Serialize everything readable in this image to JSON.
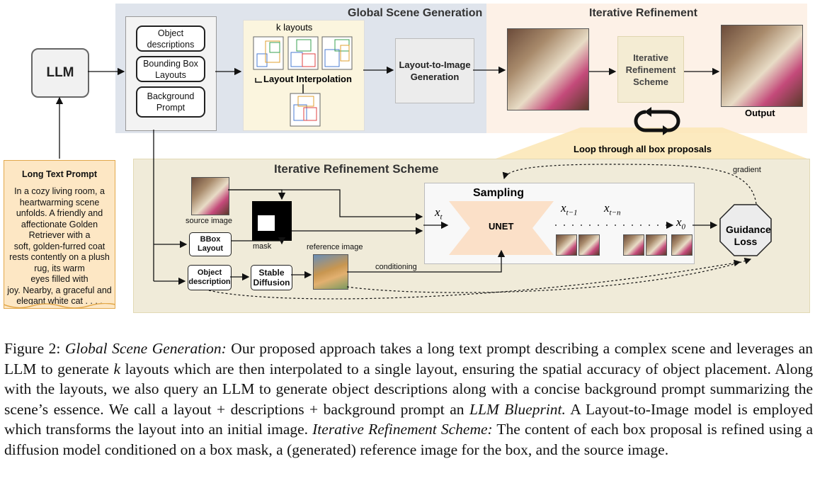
{
  "figure": {
    "global_title": "Global Scene Generation",
    "iterative_title": "Iterative  Refinement",
    "scheme_title": "Iterative Refinement Scheme",
    "llm": "LLM",
    "object_descriptions": "Object descriptions",
    "bbox_layouts": "Bounding Box Layouts",
    "background_prompt": "Background Prompt",
    "k_layouts": "k layouts",
    "layout_interpolation": "Layout Interpolation",
    "layout_to_image": "Layout-to-Image Generation",
    "iterative_refinement_scheme_box": "Iterative Refinement Scheme",
    "output": "Output",
    "loop_label": "Loop through all  box proposals",
    "prompt_title": "Long Text Prompt",
    "prompt_lines": [
      "In a cozy living room, a",
      "heartwarming scene",
      "unfolds. A friendly and",
      "affectionate Golden",
      "Retriever with a",
      "soft, golden-furred coat",
      "rests contently on a plush",
      "rug, its warm",
      "eyes filled with",
      "joy. Nearby, a graceful and",
      "elegant white cat . . . ."
    ],
    "source_image": "source image",
    "mask": "mask",
    "bbox_layout": "BBox Layout",
    "object_description": "Object description",
    "stable_diffusion": "Stable Diffusion",
    "reference_image": "reference image",
    "conditioning": "conditioning",
    "sampling": "Sampling",
    "unet": "UNET",
    "xt": "x",
    "xt_sub": "t",
    "xt1_sub": "t−1",
    "xtn_sub": "t−n",
    "x0_sub": "0",
    "guidance_loss": "Guidance Loss",
    "gradient": "gradient"
  },
  "caption": {
    "label": "Figure 2:",
    "italic1": "Global Scene Generation:",
    "text1": " Our proposed approach takes a long text prompt describing a complex scene and leverages an LLM to generate ",
    "k": "k",
    "text2": " layouts which are then interpolated to a single layout, ensuring the spatial accuracy of object placement. Along with the layouts, we also query an LLM to generate object descriptions along with a concise background prompt summarizing the scene’s essence. We call a layout + descriptions + background prompt an ",
    "italic2": "LLM Blueprint.",
    "text3": " A Layout-to-Image model is employed which transforms the layout into an initial image. ",
    "italic3": "Iterative Refinement Scheme:",
    "text4": " The content of each box proposal is refined using a diffusion model conditioned on a box mask, a (generated) reference image for the box, and the source image."
  },
  "colors": {
    "global_panel": "#dfe4ec",
    "iter_panel": "#fdf1e7",
    "scheme_panel": "#f0ebd9",
    "prompt_bg": "#fde7c4",
    "unet": "#fbe0c8"
  }
}
